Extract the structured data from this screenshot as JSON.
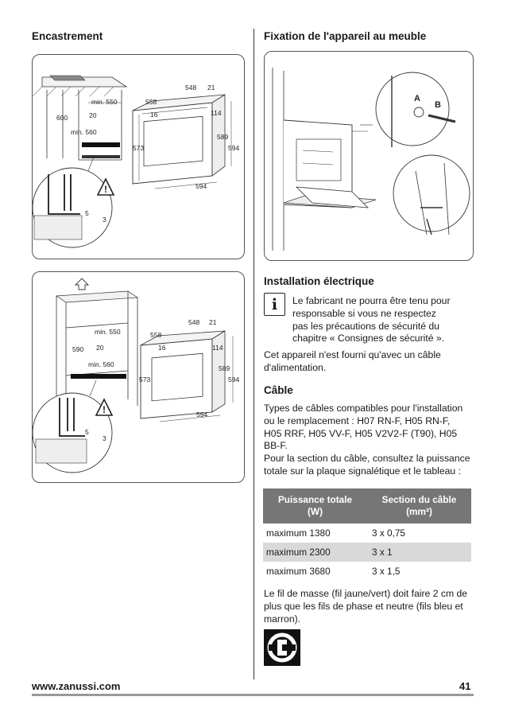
{
  "headings": {
    "left": "Encastrement",
    "right": "Fixation de l'appareil au meuble",
    "electrical": "Installation électrique",
    "cable": "Câble"
  },
  "diagram1_labels": {
    "d548": "548",
    "d21": "21",
    "d558": "558",
    "min550": "min. 550",
    "d20": "20",
    "d600": "600",
    "d16": "16",
    "d114": "114",
    "min560": "min. 560",
    "d589": "589",
    "d594v": "594",
    "d573": "573",
    "d594h": "594",
    "d5": "5",
    "d3": "3"
  },
  "diagram2_labels": {
    "d548": "548",
    "d21": "21",
    "d558": "558",
    "min550": "min. 550",
    "d20": "20",
    "d590": "590",
    "d16": "16",
    "d114": "114",
    "min560": "min. 560",
    "d589": "589",
    "d594v": "594",
    "d573": "573",
    "d594h": "594",
    "d5": "5",
    "d3": "3"
  },
  "fixation_labels": {
    "a": "A",
    "b": "B"
  },
  "info_icon": "i",
  "info_text": [
    "Le fabricant ne pourra être tenu pour",
    "responsable si vous ne respectez",
    "pas les précautions de sécurité du",
    "chapitre « Consignes de sécurité »."
  ],
  "supply_text": [
    "Cet appareil n'est fourni qu'avec un câble",
    "d'alimentation."
  ],
  "cable_text": [
    "Types de câbles compatibles pour l'installation",
    "ou le remplacement : H07 RN-F, H05 RN-F,",
    "H05 RRF, H05 VV-F, H05 V2V2-F (T90), H05",
    "BB-F."
  ],
  "section_text": [
    "Pour la section du câble, consultez la puissance",
    "totale sur la plaque signalétique et le tableau :"
  ],
  "table": {
    "header_power": [
      "Puissance totale",
      "(W)"
    ],
    "header_section": [
      "Section du câble",
      "(mm²)"
    ],
    "rows": [
      {
        "power": "maximum 1380",
        "section": "3 x 0,75"
      },
      {
        "power": "maximum 2300",
        "section": "3 x 1"
      },
      {
        "power": "maximum 3680",
        "section": "3 x 1,5"
      }
    ]
  },
  "ground_text": [
    "Le fil de masse (fil jaune/vert) doit faire 2 cm de",
    "plus que les fils de phase et neutre (fils bleu et",
    "marron)."
  ],
  "icons": {
    "info": "info-icon",
    "warning": "warning-triangle-icon",
    "logo": "electrolux-logo-icon",
    "up_arrow": "up-arrow-icon"
  },
  "footer": {
    "website": "www.zanussi.com",
    "page": "41"
  }
}
